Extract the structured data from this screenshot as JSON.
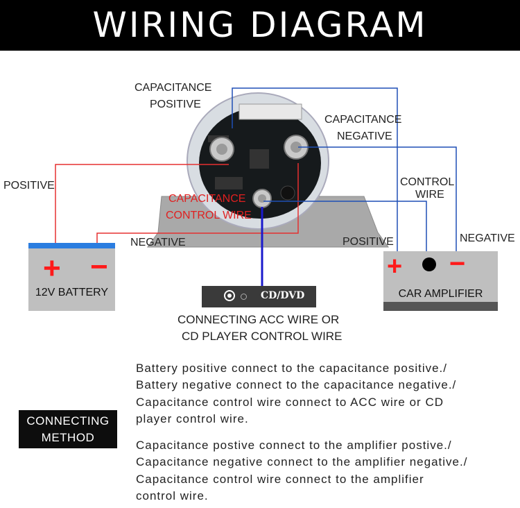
{
  "header": {
    "title": "WIRING DIAGRAM"
  },
  "labels": {
    "capacitance_positive_line1": "CAPACITANCE",
    "capacitance_positive_line2": "POSITIVE",
    "capacitance_negative_line1": "CAPACITANCE",
    "capacitance_negative_line2": "NEGATIVE",
    "capacitance_control_line1": "CAPACITANCE",
    "capacitance_control_line2": "CONTROL WIRE",
    "control_wire_line1": "CONTROL",
    "control_wire_line2": "WIRE",
    "battery_positive": "POSITIVE",
    "battery_negative": "NEGATIVE",
    "amp_positive": "POSITIVE",
    "amp_negative": "NEGATIVE"
  },
  "battery": {
    "label": "12V BATTERY",
    "plus": "+",
    "minus": "−"
  },
  "amplifier": {
    "label": "CAR AMPLIFIER",
    "plus": "+",
    "minus": "−"
  },
  "head_unit": {
    "label": "CD/DVD"
  },
  "head_unit_caption": {
    "line1": "CONNECTING ACC WIRE OR",
    "line2": "CD PLAYER CONTROL WIRE"
  },
  "method": {
    "title_line1": "CONNECTING",
    "title_line2": "METHOD",
    "block1": [
      "Battery positive connect to the capacitance positive./",
      "Battery negative connect to the capacitance negative./",
      "Capacitance control wire connect to ACC wire or CD",
      "player control wire."
    ],
    "block2": [
      "Capacitance postive connect to the amplifier postive./",
      "Capacitance negative connect to the amplifier negative./",
      "Capacitance control wire connect to the amplifier",
      "control  wire."
    ]
  },
  "colors": {
    "positive_wire": "#e53030",
    "negative_wire": "#1f4fb5",
    "control_wire": "#1a1acc",
    "battery_stripe": "#2b7de0",
    "terminal_symbol": "#ff1a1a"
  }
}
